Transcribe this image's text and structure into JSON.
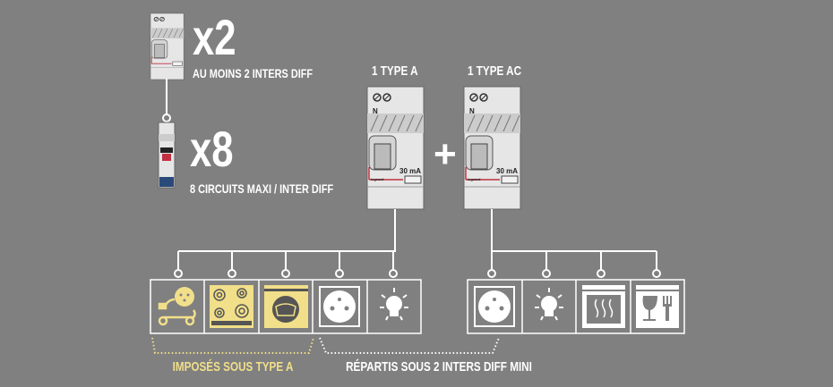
{
  "top": {
    "rcd_count": "x2",
    "rcd_caption": "AU MOINS 2 INTERS DIFF",
    "circuit_count": "x8",
    "circuit_caption": "8 CIRCUITS MAXI / INTER DIFF"
  },
  "devices": {
    "type_a_label": "1 TYPE A",
    "type_ac_label": "1 TYPE AC",
    "plus": "+",
    "rating": "30 mA",
    "neutral": "N",
    "brand": "legrand"
  },
  "groups": {
    "type_a_caption": "IMPOSÉS SOUS TYPE A",
    "split_caption": "RÉPARTIS SOUS 2 INTERS DIFF MINI",
    "left_icons": [
      "ev-charger-icon",
      "cooktop-icon",
      "washing-machine-icon",
      "socket-icon",
      "light-bulb-icon"
    ],
    "right_icons": [
      "socket-icon",
      "light-bulb-icon",
      "oven-icon",
      "dishwasher-icon"
    ]
  },
  "colors": {
    "background": "#808080",
    "accent": "#f1df8a",
    "line": "#ffffff"
  }
}
